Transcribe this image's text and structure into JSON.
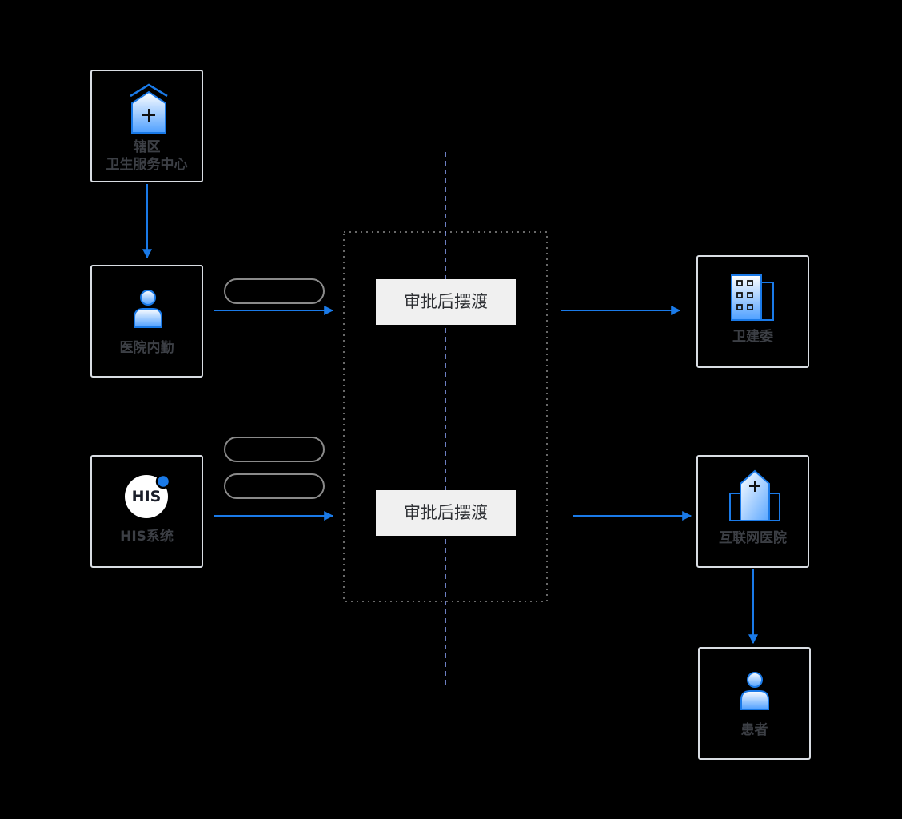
{
  "nodes": {
    "district_center": {
      "line1": "辖区",
      "line2": "卫生服务中心"
    },
    "hospital_staff": {
      "label": "医院内勤"
    },
    "his_system": {
      "label": "HIS系统",
      "badge": "HIS"
    },
    "health_commission": {
      "label": "卫建委"
    },
    "internet_hospital": {
      "label": "互联网医院"
    },
    "patient": {
      "label": "患者"
    }
  },
  "stages": {
    "upper": {
      "label": "审批后摆渡"
    },
    "lower": {
      "label": "审批后摆渡"
    }
  },
  "colors": {
    "arrow": "#1a7ae8",
    "divider": "#8fa8ff",
    "box_border": "#d9dde3",
    "label_text": "#3c3f45",
    "stage_bg": "#f0f0f0",
    "pill_border": "#8a8a8a",
    "icon_gradient_top": "#ffffff",
    "icon_gradient_bottom": "#4fa0ff"
  }
}
